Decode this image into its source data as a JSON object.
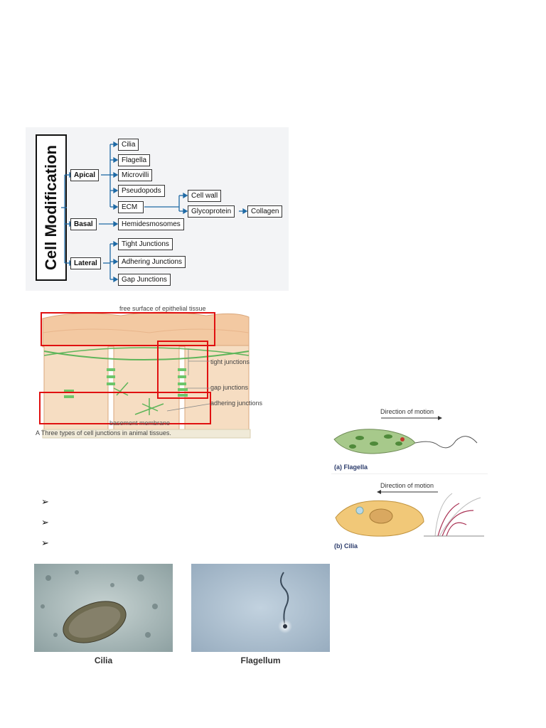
{
  "concept_map": {
    "title": "Cell Modification",
    "apical": "Apical",
    "basal": "Basal",
    "lateral": "Lateral",
    "apical_items": [
      "Cilia",
      "Flagella",
      "Microvilli",
      "Pseudopods",
      "ECM"
    ],
    "ecm_items": [
      "Cell wall",
      "Glycoprotein"
    ],
    "collagen": "Collagen",
    "basal_items": [
      "Hemidesmosomes"
    ],
    "lateral_items": [
      "Tight Junctions",
      "Adhering Junctions",
      "Gap Junctions"
    ]
  },
  "junction_figure": {
    "label_top": "free surface of epithelial tissue",
    "label_tight": "tight junctions",
    "label_gap": "gap junctions",
    "label_adhering": "adhering junctions",
    "label_basement": "basement membrane",
    "caption": "A  Three types of cell junctions in animal tissues.",
    "highlight_color": "#e01010"
  },
  "motion_figure": {
    "direction_label_a": "Direction of motion",
    "caption_a": "(a) Flagella",
    "direction_label_b": "Direction of motion",
    "caption_b": "(b) Cilia"
  },
  "bullets": [
    "",
    "",
    ""
  ],
  "micrographs": {
    "left_caption": "Cilia",
    "right_caption": "Flagellum"
  }
}
